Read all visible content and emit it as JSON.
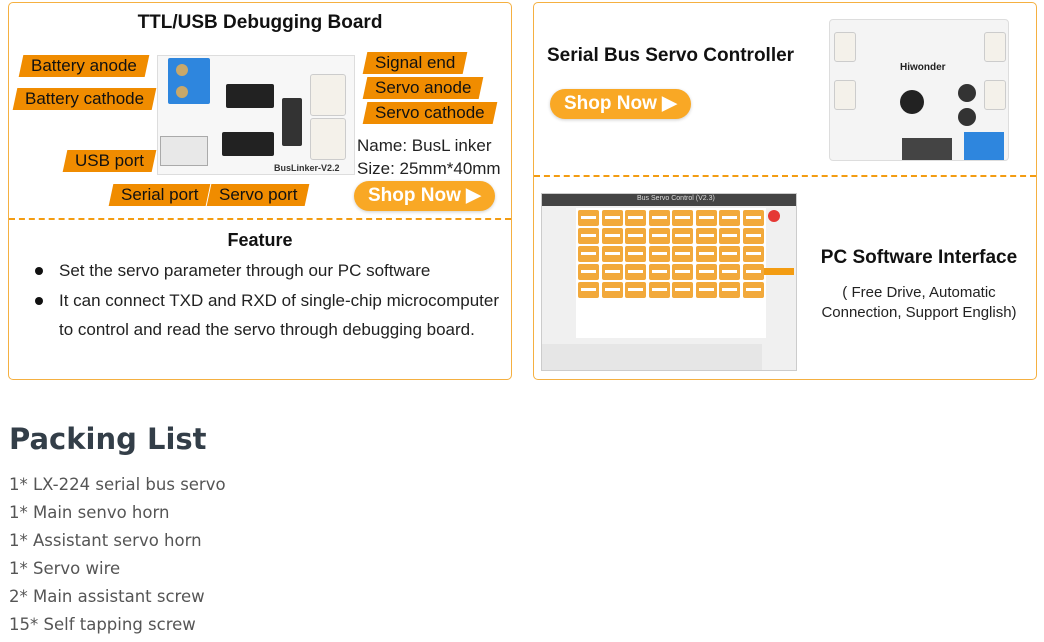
{
  "debug_board": {
    "title": "TTL/USB Debugging Board",
    "labels": {
      "battery_anode": "Battery anode",
      "battery_cathode": "Battery cathode",
      "usb_port": "USB port",
      "serial_port": "Serial port",
      "servo_port": "Servo port",
      "signal_end": "Signal end",
      "servo_anode": "Servo anode",
      "servo_cathode": "Servo cathode"
    },
    "board_marking": "BusLinker-V2.2",
    "name": "Name: BusL inker",
    "size": "Size: 25mm*40mm",
    "shop_now": "Shop Now ▶",
    "feature_title": "Feature",
    "features": [
      "Set the servo parameter through our PC software",
      "It can connect TXD and RXD of single-chip microcomputer to control and read the servo through debugging board."
    ]
  },
  "controller": {
    "title": "Serial Bus Servo Controller",
    "shop_now": "Shop Now ▶",
    "brand": "Hiwonder"
  },
  "software": {
    "window_title": "Bus Servo Control (V2.3)",
    "title": "PC Software Interface",
    "subtitle": "( Free Drive, Automatic Connection, Support English)"
  },
  "packing": {
    "title": "Packing List",
    "items": [
      "1* LX-224 serial bus servo",
      "1* Main senvo horn",
      "1* Assistant servo horn",
      "1* Servo wire",
      "2* Main assistant screw",
      "15* Self tapping screw"
    ]
  },
  "colors": {
    "accent": "#f08c00",
    "border": "#f5b041",
    "heading": "#333e48"
  }
}
